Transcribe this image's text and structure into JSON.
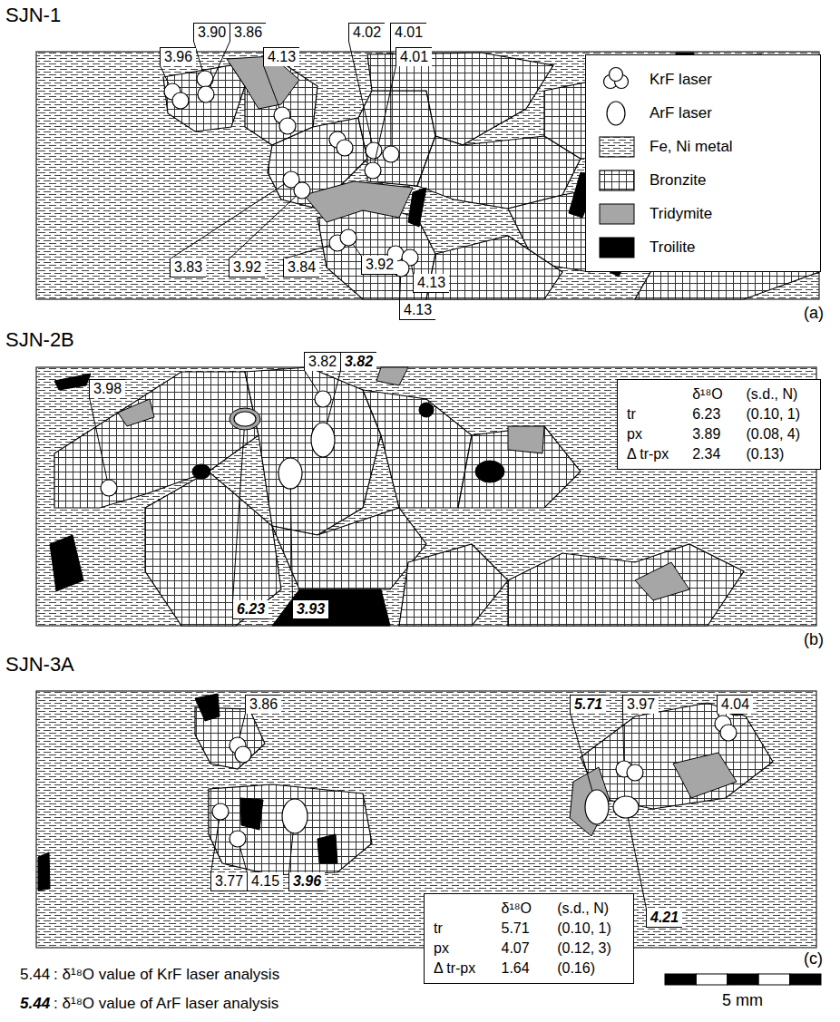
{
  "diagram": {
    "nodes": [
      {
        "text": [
          "δ¹⁸O",
          "(s.d., N)",
          "tr",
          "6.23",
          "(0.10, 1)",
          "px",
          "3.89",
          "(0.08, 4)",
          "Δ tr-px",
          "2.34",
          "(0.13)"
        ]
      },
      {
        "text": [
          "δ¹⁸O",
          "(s.d., N)",
          "tr",
          "5.71",
          "(0.10, 1)",
          "px",
          "4.07",
          "(0.12, 3)",
          "Δ tr-px",
          "1.64",
          "(0.16)"
        ]
      }
    ],
    "labels": [
      "SJN-1",
      "3.90",
      "3.86",
      "3.96",
      "4.13",
      "4.02",
      "4.01",
      "4.01",
      "3.83",
      "3.92",
      "3.84",
      "3.92",
      "4.13",
      "4.13",
      "(a)",
      "SJN-2B",
      "3.98",
      "3.82",
      "3.82",
      "6.23",
      "3.93",
      "(b)",
      "SJN-3A",
      "3.86",
      "3.77",
      "4.15",
      "3.96",
      "5.71",
      "3.97",
      "4.04",
      "4.21",
      "(c)",
      "5 mm",
      "5.44",
      ": δ¹⁸O value of KrF laser analysis",
      "5.44",
      ": δ¹⁸O value of ArF laser analysis"
    ],
    "legend": [
      {
        "text": "KrF laser"
      },
      {
        "text": "ArF laser"
      },
      {
        "text": "Fe, Ni metal"
      },
      {
        "text": "Bronzite"
      },
      {
        "text": "Tridymite",
        "color": "#a6a6a6"
      },
      {
        "text": "Troilite",
        "color": "#000000"
      }
    ]
  }
}
